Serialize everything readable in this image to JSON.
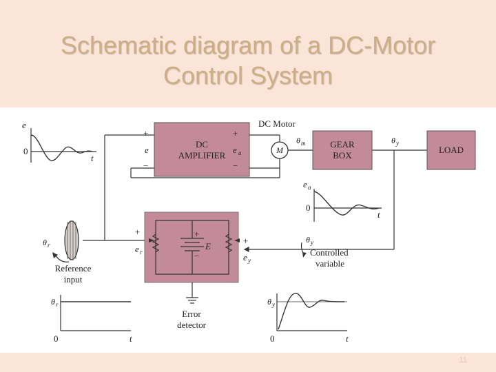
{
  "slide": {
    "title_line1": "Schematic diagram of a DC-Motor",
    "title_line2": "Control System",
    "page_number": "11"
  },
  "colors": {
    "title_band": "#fbe5d9",
    "title_text": "#cdae86",
    "block_fill": "#c38a99",
    "line": "#333333"
  },
  "diagram": {
    "dc_amplifier": [
      "DC",
      "AMPLIFIER"
    ],
    "dc_motor_label": "DC Motor",
    "motor_symbol": "M",
    "gear_box": [
      "GEAR",
      "BOX"
    ],
    "load": "LOAD",
    "reference_input": [
      "Reference",
      "input"
    ],
    "controlled_variable": [
      "Controlled",
      "variable"
    ],
    "error_detector": [
      "Error",
      "detector"
    ],
    "battery_symbol": "E",
    "plus": "+",
    "minus": "−",
    "zero": "0",
    "t": "t",
    "e": "e",
    "theta": "θ"
  }
}
